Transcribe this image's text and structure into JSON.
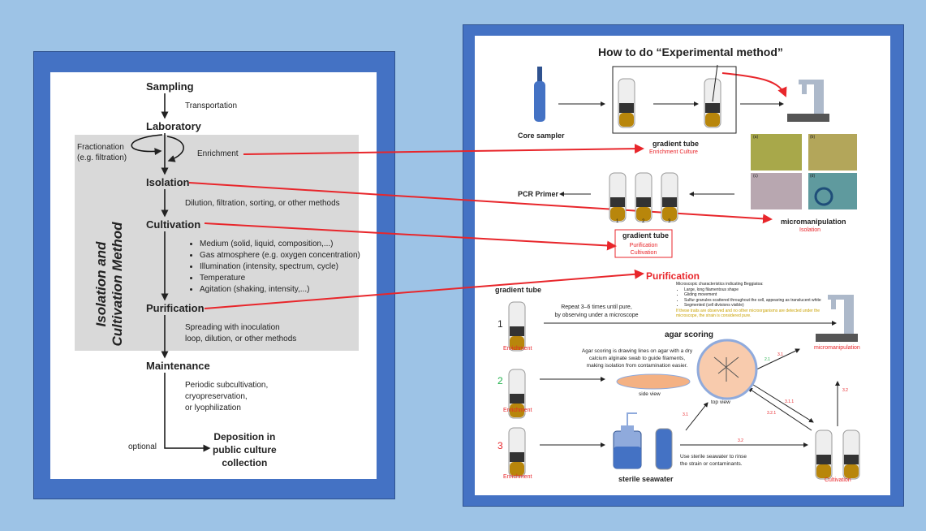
{
  "left": {
    "sampling": "Sampling",
    "transportation": "Transportation",
    "laboratory": "Laboratory",
    "fractionation": [
      "Fractionation",
      "(e.g. filtration)"
    ],
    "enrichment": "Enrichment",
    "isolation": "Isolation",
    "isolation_methods": "Dilution, filtration, sorting, or other methods",
    "cultivation": "Cultivation",
    "cultivation_factors": [
      "Medium (solid, liquid, composition,...)",
      "Gas atmosphere (e.g. oxygen concentration)",
      "Illumination (intensity, spectrum, cycle)",
      "Temperature",
      "Agitation (shaking, intensity,...)"
    ],
    "purification": "Purification",
    "purification_methods": [
      "Spreading with inoculation",
      "loop, dilution, or other methods"
    ],
    "maintenance": "Maintenance",
    "maintenance_methods": [
      "Periodic subcultivation,",
      "cryopreservation,",
      "or lyophilization"
    ],
    "optional": "optional",
    "deposition": [
      "Deposition in",
      "public culture",
      "collection"
    ],
    "side_title": [
      "Isolation and",
      "Cultivation Method"
    ]
  },
  "right": {
    "title": "How to do “Experimental method”",
    "core_sampler": "Core sampler",
    "gradient_tube": "gradient tube",
    "enrichment_culture": "Enrichment Culture",
    "pcr_primer": "PCR Primer",
    "tube_numbers": [
      "1",
      "2",
      "3"
    ],
    "gradient_tube2": "gradient tube",
    "purification_cultivation": [
      "Purification",
      "Cultivation"
    ],
    "micromanipulation": "micromanipulation",
    "isolation": "Isolation",
    "micrograph_labels": [
      "(a)",
      "(b)",
      "(c)",
      "(d)"
    ],
    "purification_title": "Purification",
    "gradient_tube3": "gradient tube",
    "traits_title": "Microscopic characteristics indicating Beggiatoa:",
    "traits": [
      "Large, long filamentous shape",
      "Gliding movement",
      "Sulfur granules scattered throughout the cell, appearing as translucent white",
      "Segmented (cell divisions visible)"
    ],
    "purity_note": [
      "If these traits are observed and no other microorganisms are detected under the",
      "microscope, the strain is considered pure."
    ],
    "repeat_note": [
      "Repeat 3–6 times until pure,",
      "by observing under a microscope"
    ],
    "rows": [
      "1",
      "2",
      "3"
    ],
    "enrichment": "Enrichment",
    "agar_scoring": "agar scoring",
    "agar_note": [
      "Agar scoring is drawing lines on agar with a dry",
      "calcium alginate swab to guide filaments,",
      "making isolation from contamination easier."
    ],
    "side_view": "side view",
    "top_view": "top view",
    "micromanipulation_red": "micromanipulation",
    "step_labels": {
      "s21": "2.1",
      "s31": "3.1",
      "s311": "3.1.1",
      "s321": "3.2.1",
      "s32": "3.2",
      "s31b": "3.1",
      "s32b": "3.2"
    },
    "sterile_seawater": "sterile seawater",
    "rinse_note": [
      "Use sterile seawater to rinse",
      "the strain or contaminants."
    ],
    "cultivation": "Cultivation"
  },
  "colors": {
    "frame": "#4472c4",
    "bg": "#9dc3e6",
    "red": "#e8262b",
    "sediment": "#b8860b",
    "gray": "#d9d9d9"
  }
}
